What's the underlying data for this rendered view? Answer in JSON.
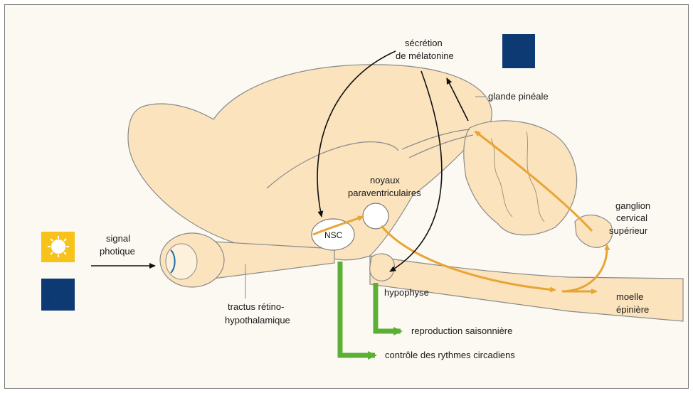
{
  "labels": {
    "secretion_line1": "sécrétion",
    "secretion_line2": "de mélatonine",
    "pineal": "glande pinéale",
    "paraventricular_line1": "noyaux",
    "paraventricular_line2": "paraventriculaires",
    "nsc": "NSC",
    "ganglion_line1": "ganglion",
    "ganglion_line2": "cervical",
    "ganglion_line3": "supérieur",
    "signal_line1": "signal",
    "signal_line2": "photique",
    "hypophyse": "hypophyse",
    "moelle_line1": "moelle",
    "moelle_line2": "épinière",
    "tractus_line1": "tractus rétino-",
    "tractus_line2": "hypothalamique",
    "reproduction": "reproduction saisonnière",
    "circadian": "contrôle des rythmes circadiens"
  },
  "icons": {
    "day": "sun-icon",
    "night": "moon-icon"
  },
  "colors": {
    "brain_fill": "#fbe3bd",
    "outline": "#8a8a8a",
    "orange_pathway": "#e7a536",
    "green_output": "#5ab034",
    "icon_navy": "#0d3a72",
    "icon_yellow": "#f7c21a"
  }
}
